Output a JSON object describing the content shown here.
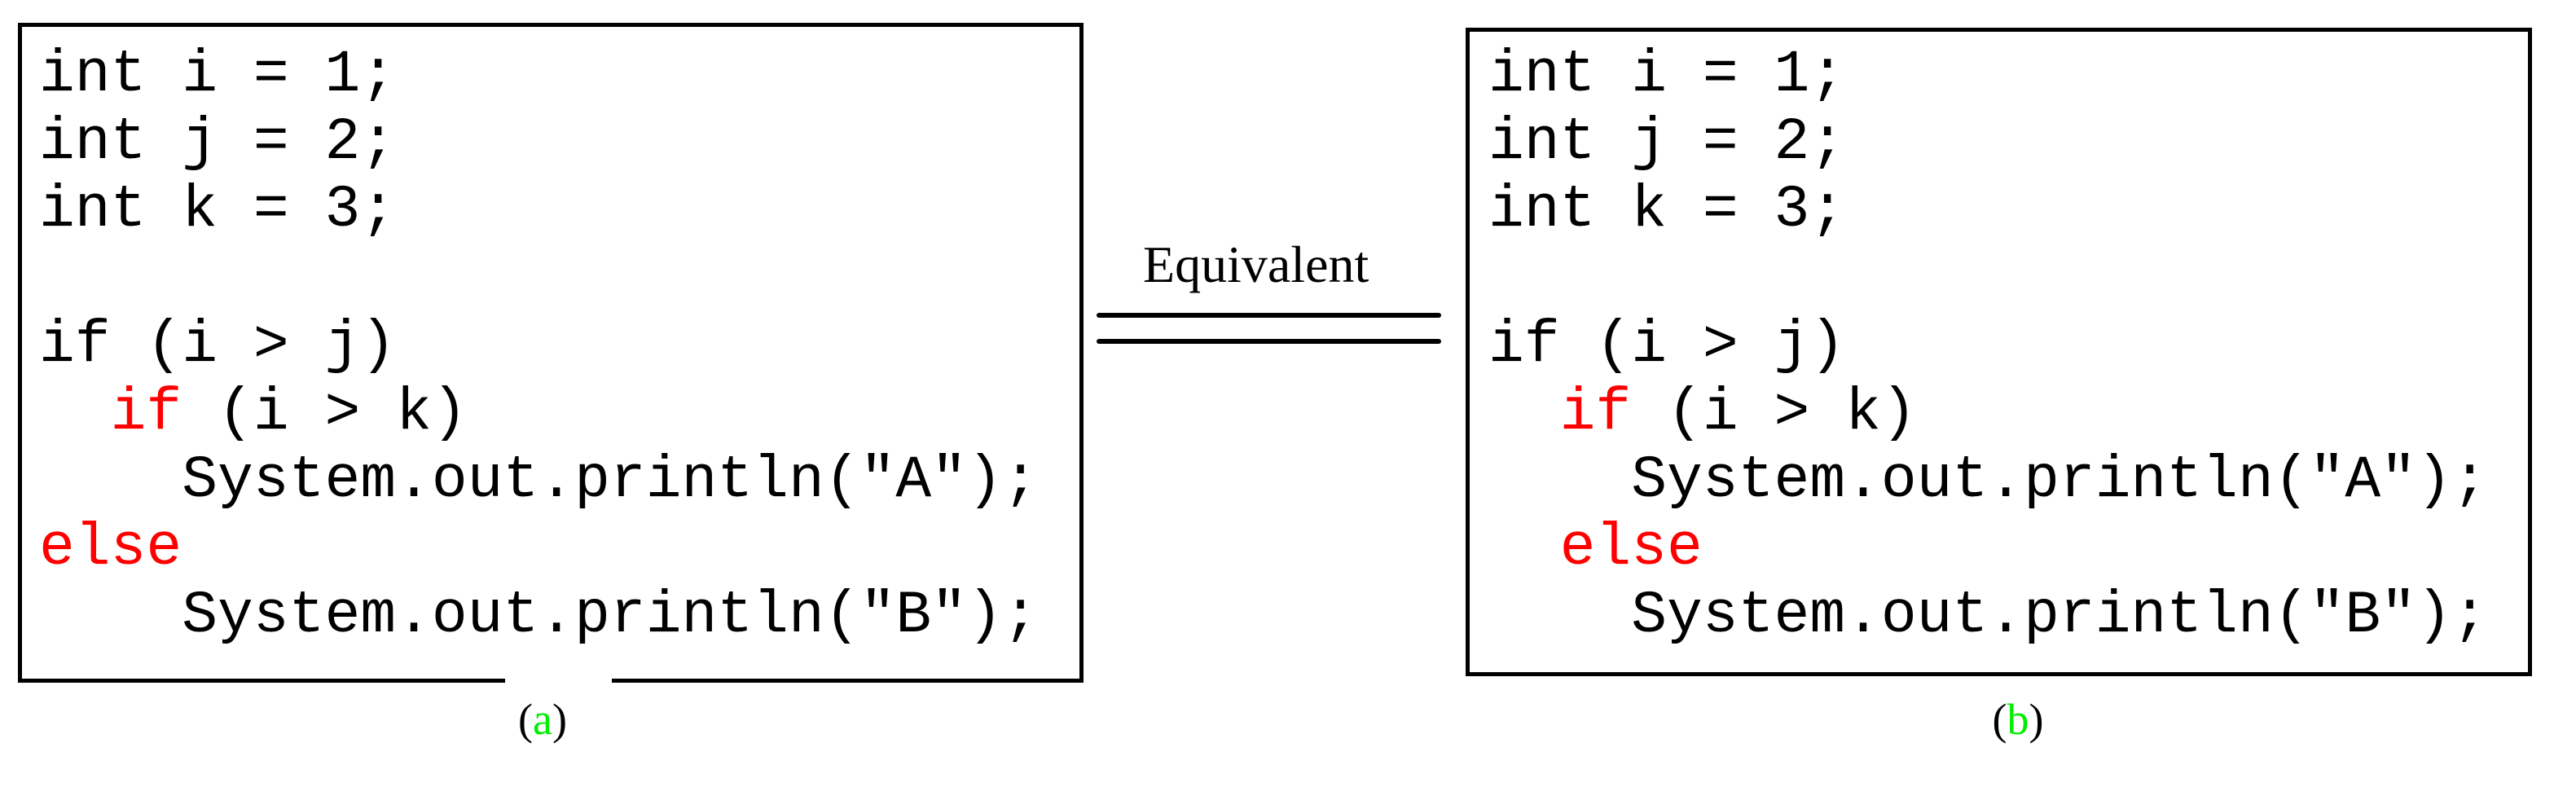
{
  "panel_a": {
    "label_open": "(",
    "label_letter": "a",
    "label_close": ")",
    "lines": [
      [
        {
          "text": "int i = 1;"
        }
      ],
      [
        {
          "text": "int j = 2;"
        }
      ],
      [
        {
          "text": "int k = 3;"
        }
      ],
      [
        {
          "text": ""
        }
      ],
      [
        {
          "text": "if (i > j)"
        }
      ],
      [
        {
          "text": "  "
        },
        {
          "text": "if",
          "kw": true
        },
        {
          "text": " (i > k)"
        }
      ],
      [
        {
          "text": "    System.out.println(\"A\");"
        }
      ],
      [
        {
          "text": "else",
          "kw": true
        }
      ],
      [
        {
          "text": "    System.out.println(\"B\");"
        }
      ]
    ]
  },
  "panel_b": {
    "label_open": "(",
    "label_letter": "b",
    "label_close": ")",
    "lines": [
      [
        {
          "text": "int i = 1;"
        }
      ],
      [
        {
          "text": "int j = 2;"
        }
      ],
      [
        {
          "text": "int k = 3;"
        }
      ],
      [
        {
          "text": ""
        }
      ],
      [
        {
          "text": "if (i > j)"
        }
      ],
      [
        {
          "text": "  "
        },
        {
          "text": "if",
          "kw": true
        },
        {
          "text": " (i > k)"
        }
      ],
      [
        {
          "text": "    System.out.println(\"A\");"
        }
      ],
      [
        {
          "text": "  "
        },
        {
          "text": "else",
          "kw": true
        }
      ],
      [
        {
          "text": "    System.out.println(\"B\");"
        }
      ]
    ]
  },
  "connector": {
    "label": "Equivalent"
  },
  "colors": {
    "keyword": "#ff0000",
    "label_letter": "#00ee00"
  }
}
